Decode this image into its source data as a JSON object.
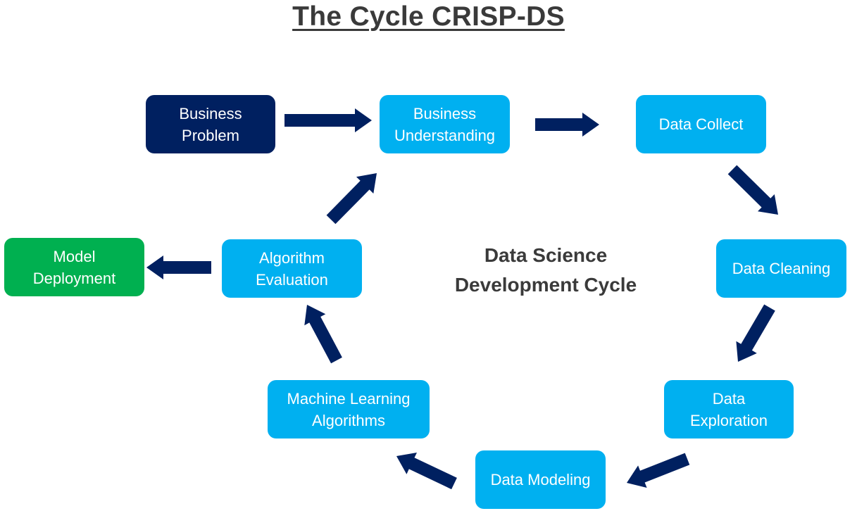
{
  "title": "The Cycle CRISP-DS",
  "center_label": {
    "line1": "Data Science",
    "line2": "Development Cycle"
  },
  "nodes": {
    "business_problem": {
      "line1": "Business",
      "line2": "Problem"
    },
    "business_understanding": {
      "line1": "Business",
      "line2": "Understanding"
    },
    "data_collect": {
      "line1": "Data Collect"
    },
    "data_cleaning": {
      "line1": "Data Cleaning"
    },
    "data_exploration": {
      "line1": "Data",
      "line2": "Exploration"
    },
    "data_modeling": {
      "line1": "Data Modeling"
    },
    "machine_learning": {
      "line1": "Machine Learning",
      "line2": "Algorithms"
    },
    "algorithm_evaluation": {
      "line1": "Algorithm",
      "line2": "Evaluation"
    },
    "model_deployment": {
      "line1": "Model",
      "line2": "Deployment"
    }
  },
  "colors": {
    "step_box": "#00b0f0",
    "problem_box": "#002060",
    "deployment_box": "#00b050",
    "arrow": "#002060",
    "text": "#3a3a3a"
  }
}
